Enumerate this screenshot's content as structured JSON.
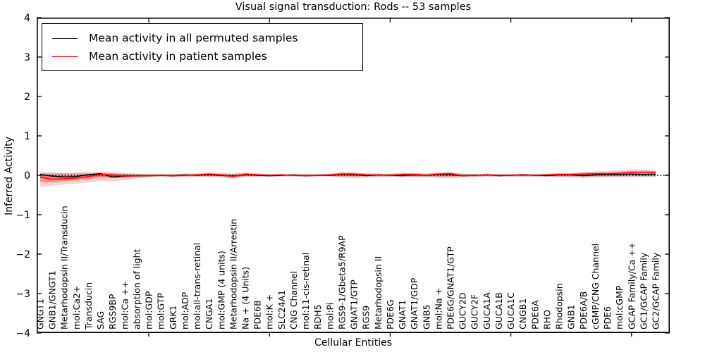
{
  "chart_data": {
    "type": "line",
    "title": "Visual signal transduction: Rods -- 53 samples",
    "xlabel": "Cellular Entities",
    "ylabel": "Inferred Activity",
    "ylim": [
      -4,
      4
    ],
    "yticks": [
      4,
      3,
      2,
      1,
      0,
      -1,
      -2,
      -3,
      -4
    ],
    "xticks": [
      10,
      20,
      30,
      40,
      50
    ],
    "grid": false,
    "legend_position": "upper left",
    "categories": [
      "GNGT1",
      "GNB1/GNGT1",
      "Metarhodopsin II/Transducin",
      "mol:Ca2+",
      "Transducin",
      "SAG",
      "RGS9BP",
      "mol:Ca ++",
      "absorption of light",
      "mol:GDP",
      "mol:GTP",
      "GRK1",
      "mol:ADP",
      "mol:all-trans-retinal",
      "CNGA1",
      "mol:GMP (4 units)",
      "Metarhodopsin II/Arrestin",
      "Na + (4 Units)",
      "PDE6B",
      "mol:K +",
      "SLC24A1",
      "CNG Channel",
      "mol:11-cis-retinal",
      "RDH5",
      "mol:Pi",
      "RGS9-1/Gbeta5/R9AP",
      "GNAT1/GTP",
      "RGS9",
      "Metarhodopsin II",
      "PDE6G",
      "GNAT1",
      "GNAT1/GDP",
      "GNB5",
      "mol:Na +",
      "PDE6G/GNAT1/GTP",
      "GUCY2D",
      "GUCY2F",
      "GUCA1A",
      "GUCA1B",
      "GUCA1C",
      "CNGB1",
      "PDE6A",
      "RHO",
      "Rhodopsin",
      "GNB1",
      "PDE6A/B",
      "cGMP/CNG Channel",
      "PDE6",
      "mol:cGMP",
      "GCAP Family/Ca ++",
      "GC1/GCAP Family",
      "GC2/GCAP Family"
    ],
    "series": [
      {
        "name": "Mean activity in all permuted samples",
        "color": "#000000",
        "values": [
          0.02,
          -0.02,
          -0.04,
          -0.03,
          0.02,
          0.04,
          -0.04,
          -0.02,
          -0.01,
          -0.01,
          0.0,
          -0.01,
          0.01,
          0.0,
          0.02,
          0.0,
          -0.02,
          0.02,
          0.0,
          -0.01,
          0.0,
          0.01,
          -0.01,
          0.0,
          0.0,
          0.02,
          0.02,
          -0.01,
          0.01,
          0.0,
          -0.01,
          0.01,
          0.0,
          0.02,
          0.02,
          -0.01,
          0.0,
          0.01,
          -0.01,
          0.0,
          0.01,
          0.0,
          -0.01,
          0.01,
          0.01,
          -0.01,
          0.01,
          0.02,
          0.02,
          0.03,
          0.02,
          0.03
        ]
      },
      {
        "name": "Mean activity in patient samples",
        "color": "#ff0000",
        "values": [
          -0.05,
          -0.1,
          -0.09,
          -0.07,
          -0.03,
          0.02,
          0.01,
          -0.02,
          -0.01,
          -0.01,
          0.0,
          -0.01,
          0.0,
          0.01,
          0.03,
          0.01,
          -0.03,
          0.03,
          0.01,
          0.0,
          0.01,
          0.0,
          -0.01,
          0.0,
          0.01,
          0.03,
          0.03,
          0.01,
          0.01,
          0.0,
          0.02,
          0.02,
          0.0,
          0.03,
          0.04,
          -0.01,
          0.0,
          0.01,
          0.0,
          0.0,
          0.01,
          0.0,
          0.01,
          0.02,
          0.02,
          0.03,
          0.04,
          0.04,
          0.05,
          0.07,
          0.08,
          0.08
        ]
      }
    ],
    "bands": [
      {
        "name": "permuted-std-band",
        "color": "#888888",
        "opacity": 0.35,
        "upper": [
          0.08,
          0.07,
          0.06,
          0.05,
          0.06,
          0.07,
          0.05,
          0.04,
          0.04,
          0.03,
          0.03,
          0.03,
          0.04,
          0.04,
          0.05,
          0.04,
          0.04,
          0.05,
          0.04,
          0.03,
          0.03,
          0.03,
          0.03,
          0.03,
          0.04,
          0.06,
          0.06,
          0.05,
          0.04,
          0.04,
          0.05,
          0.05,
          0.04,
          0.06,
          0.06,
          0.04,
          0.03,
          0.04,
          0.03,
          0.03,
          0.04,
          0.03,
          0.04,
          0.05,
          0.05,
          0.06,
          0.06,
          0.06,
          0.07,
          0.08,
          0.07,
          0.07
        ],
        "lower": [
          -0.06,
          -0.08,
          -0.09,
          -0.08,
          -0.06,
          -0.04,
          -0.07,
          -0.06,
          -0.05,
          -0.04,
          -0.03,
          -0.04,
          -0.03,
          -0.03,
          -0.03,
          -0.04,
          -0.05,
          -0.03,
          -0.03,
          -0.04,
          -0.03,
          -0.03,
          -0.04,
          -0.03,
          -0.03,
          -0.04,
          -0.05,
          -0.05,
          -0.04,
          -0.04,
          -0.05,
          -0.05,
          -0.05,
          -0.06,
          -0.06,
          -0.05,
          -0.04,
          -0.03,
          -0.04,
          -0.04,
          -0.04,
          -0.04,
          -0.04,
          -0.05,
          -0.05,
          -0.06,
          -0.05,
          -0.04,
          -0.04,
          -0.04,
          -0.04,
          -0.04
        ]
      },
      {
        "name": "patient-outer-band",
        "color": "#ff0000",
        "opacity": 0.18,
        "upper": [
          0.06,
          0.05,
          0.06,
          0.07,
          0.08,
          0.09,
          0.08,
          0.06,
          0.04,
          0.03,
          0.03,
          0.03,
          0.04,
          0.05,
          0.08,
          0.06,
          0.04,
          0.08,
          0.05,
          0.03,
          0.04,
          0.03,
          0.03,
          0.03,
          0.04,
          0.09,
          0.08,
          0.05,
          0.04,
          0.04,
          0.07,
          0.07,
          0.04,
          0.08,
          0.09,
          0.04,
          0.03,
          0.04,
          0.03,
          0.03,
          0.04,
          0.03,
          0.04,
          0.06,
          0.07,
          0.09,
          0.1,
          0.11,
          0.13,
          0.15,
          0.15,
          0.13
        ],
        "lower": [
          -0.3,
          -0.27,
          -0.23,
          -0.21,
          -0.18,
          -0.14,
          -0.16,
          -0.12,
          -0.07,
          -0.05,
          -0.04,
          -0.05,
          -0.05,
          -0.04,
          -0.05,
          -0.06,
          -0.09,
          -0.05,
          -0.04,
          -0.04,
          -0.03,
          -0.03,
          -0.04,
          -0.03,
          -0.03,
          -0.06,
          -0.08,
          -0.05,
          -0.04,
          -0.04,
          -0.04,
          -0.05,
          -0.04,
          -0.06,
          -0.07,
          -0.05,
          -0.04,
          -0.03,
          -0.03,
          -0.03,
          -0.03,
          -0.03,
          -0.03,
          -0.04,
          -0.05,
          -0.06,
          -0.05,
          -0.04,
          -0.04,
          -0.03,
          -0.03,
          -0.02
        ]
      },
      {
        "name": "patient-inner-band",
        "color": "#ff0000",
        "opacity": 0.32,
        "upper": [
          0.0,
          -0.03,
          -0.02,
          0.0,
          0.02,
          0.05,
          0.04,
          0.02,
          0.01,
          0.01,
          0.01,
          0.01,
          0.02,
          0.03,
          0.05,
          0.03,
          0.0,
          0.05,
          0.03,
          0.01,
          0.02,
          0.01,
          0.01,
          0.01,
          0.02,
          0.06,
          0.05,
          0.03,
          0.02,
          0.02,
          0.04,
          0.04,
          0.02,
          0.05,
          0.06,
          0.01,
          0.01,
          0.02,
          0.01,
          0.01,
          0.02,
          0.01,
          0.02,
          0.04,
          0.04,
          0.06,
          0.07,
          0.07,
          0.09,
          0.11,
          0.11,
          0.1
        ],
        "lower": [
          -0.16,
          -0.18,
          -0.15,
          -0.13,
          -0.1,
          -0.05,
          -0.07,
          -0.06,
          -0.04,
          -0.03,
          -0.02,
          -0.03,
          -0.02,
          -0.01,
          -0.01,
          -0.02,
          -0.06,
          -0.01,
          -0.01,
          -0.02,
          -0.01,
          -0.01,
          -0.02,
          -0.01,
          -0.01,
          -0.01,
          -0.02,
          -0.02,
          -0.01,
          -0.02,
          -0.01,
          -0.01,
          -0.02,
          -0.01,
          -0.01,
          -0.03,
          -0.02,
          -0.01,
          -0.01,
          -0.01,
          -0.01,
          -0.01,
          -0.01,
          -0.01,
          -0.01,
          -0.01,
          0.0,
          0.01,
          0.01,
          0.03,
          0.04,
          0.04
        ]
      }
    ],
    "zero_line": {
      "style": "dotted",
      "color": "#000000",
      "y": 0
    }
  },
  "legend": [
    {
      "label": "Mean activity in all permuted samples",
      "color": "#000000"
    },
    {
      "label": "Mean activity in patient samples",
      "color": "#ff0000"
    }
  ]
}
